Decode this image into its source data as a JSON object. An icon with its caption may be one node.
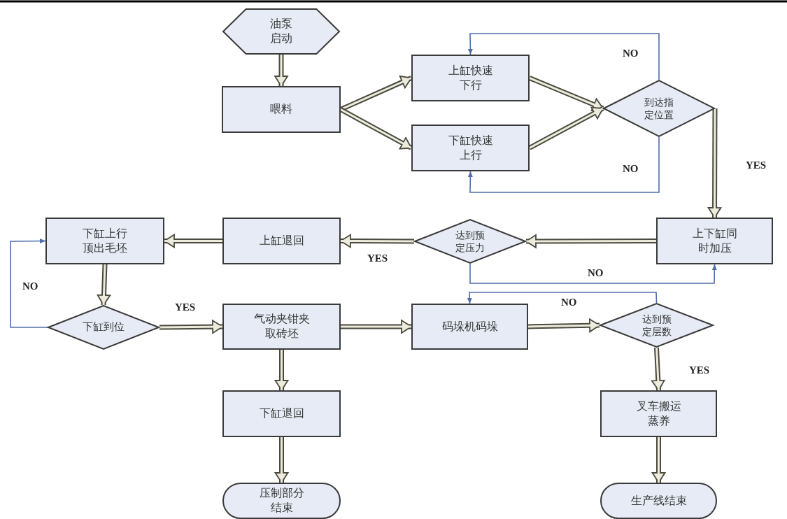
{
  "diagram": {
    "nodes": [
      {
        "text": [
          "油泵启动"
        ]
      },
      {
        "text": [
          "喂料"
        ]
      },
      {
        "text": [
          "上缸快速下行"
        ]
      },
      {
        "text": [
          "下缸快速上行"
        ]
      },
      {
        "text": [
          "到达指定位置"
        ]
      },
      {
        "text": [
          "上下缸同时加压"
        ]
      },
      {
        "text": [
          "达到预定压力"
        ]
      },
      {
        "text": [
          "上缸退回"
        ]
      },
      {
        "text": [
          "下缸上行顶出毛坯"
        ]
      },
      {
        "text": [
          "下缸到位"
        ]
      },
      {
        "text": [
          "气动夹钳夹取砖坯"
        ]
      },
      {
        "text": [
          "码垛机码垛"
        ]
      },
      {
        "text": [
          "达到预定层数"
        ]
      },
      {
        "text": [
          "下缸退回"
        ]
      },
      {
        "text": [
          "叉车搬运蒸养"
        ]
      },
      {
        "text": [
          "压制部分结束"
        ]
      },
      {
        "text": [
          "生产线结束"
        ]
      }
    ],
    "edges": [
      {
        "from": 0,
        "to": 1,
        "arrow": "to"
      },
      {
        "from": 1,
        "to": 2,
        "arrow": "to"
      },
      {
        "from": 1,
        "to": 3,
        "arrow": "to"
      },
      {
        "from": 2,
        "to": 4,
        "arrow": "to"
      },
      {
        "from": 3,
        "to": 4,
        "arrow": "to"
      },
      {
        "from": 4,
        "to": 2,
        "arrow": "to",
        "label": "NO",
        "color": "#4f6fa8"
      },
      {
        "from": 4,
        "to": 3,
        "arrow": "to",
        "label": "NO",
        "color": "#4f6fa8"
      },
      {
        "from": 4,
        "to": 5,
        "arrow": "to",
        "label": "YES"
      },
      {
        "from": 5,
        "to": 6,
        "arrow": "to"
      },
      {
        "from": 6,
        "to": 7,
        "arrow": "to",
        "label": "YES"
      },
      {
        "from": 6,
        "to": 5,
        "arrow": "to",
        "label": "NO",
        "color": "#4f6fa8"
      },
      {
        "from": 7,
        "to": 8,
        "arrow": "to"
      },
      {
        "from": 8,
        "to": 9,
        "arrow": "to"
      },
      {
        "from": 9,
        "to": 8,
        "arrow": "to",
        "label": "NO",
        "color": "#4f6fa8"
      },
      {
        "from": 9,
        "to": 10,
        "arrow": "to",
        "label": "YES"
      },
      {
        "from": 10,
        "to": 11,
        "arrow": "to"
      },
      {
        "from": 11,
        "to": 12,
        "arrow": "to"
      },
      {
        "from": 12,
        "to": 11,
        "arrow": "to",
        "label": "NO",
        "color": "#4f6fa8"
      },
      {
        "from": 12,
        "to": 14,
        "arrow": "to",
        "label": "YES"
      },
      {
        "from": 10,
        "to": 13,
        "arrow": "to"
      },
      {
        "from": 13,
        "to": 15,
        "arrow": "to"
      },
      {
        "from": 14,
        "to": 16,
        "arrow": "to"
      }
    ]
  }
}
